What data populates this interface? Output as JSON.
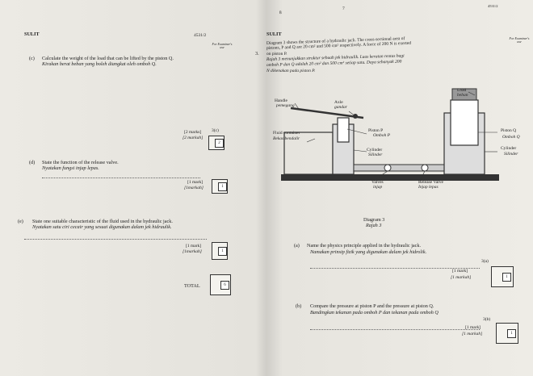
{
  "header": {
    "left_code": "SULIT",
    "paper_code": "4531/2",
    "right_code": "SULIT",
    "page_number": "7",
    "page_marker": "8",
    "top_right_code": "4531/2"
  },
  "left_page": {
    "examiner_label": "For Examiner's use",
    "q_c": {
      "label": "(c)",
      "text_en": "Calculate the weight of the load that can be lifted by the piston Q.",
      "text_my": "Kirakan berat beban yang boleh diangkat oleh omboh Q."
    },
    "q_c_marks": "[2 marks]",
    "q_c_marks_my": "[2 markah]",
    "q_c_ref": "3(c)",
    "q_c_score": "2",
    "q_d": {
      "label": "(d)",
      "text_en": "State the function of the release valve.",
      "text_my": "Nyatakan fungsi injap lepas."
    },
    "q_d_marks": "[1 mark]",
    "q_d_marks_my": "[1markah]",
    "q_d_score": "1",
    "q_e": {
      "label": "(e)",
      "text_en": "State one suitable characteristic of the fluid used in the hydraulic jack.",
      "text_my": "Nyatakan satu ciri cecair yang sesuai digunakan dalam jek hidraulik."
    },
    "q_e_marks": "[1 mark]",
    "q_e_marks_my": "[1markah]",
    "q_e_score": "1",
    "total_label": "TOTAL",
    "total_score": "6"
  },
  "right_page": {
    "q_number": "3.",
    "intro_en_1": "Diagram 3 shows the structure of a hydraulic jack. The cross-sectional area of",
    "intro_en_2": "pistons, P and Q are 20 cm² and 500 cm² respectively. A force of 200 N is exerted",
    "intro_en_3": "on piston P.",
    "intro_my_1": "Rajah 3 menunjukkan struktur sebuah jek hidraulik. Luas keratan rentas bagi",
    "intro_my_2": "omboh P dan Q adalah 20 cm² dan 500 cm² setiap satu. Daya sebanyak 200",
    "intro_my_3": "N dikenakan pada piston P.",
    "examiner_label": "For Examiner's use",
    "diagram_labels": {
      "load": "Load",
      "load_my": "beban",
      "handle": "Handle",
      "handle_my": "pemegang",
      "axle": "Axle",
      "axle_my": "gandar",
      "fluid": "Fluid container",
      "fluid_my": "Bekas bendalir",
      "piston_p": "Piston P",
      "piston_p_my": "Omboh P",
      "piston_q": "Piston Q",
      "piston_q_my": "Omboh Q",
      "cylinder": "Cylinder",
      "cylinder_my": "Silinder",
      "cylinder_r": "Cylinder",
      "cylinder_r_my": "Silinder",
      "valves": "Valves",
      "valves_my": "injap",
      "release": "Release Valve",
      "release_my": "Injap lepas"
    },
    "caption": "Diagram 3",
    "caption_my": "Rajah 3",
    "q_a": {
      "label": "(a)",
      "text_en": "Name the physics principle applied in the hydraulic jack.",
      "text_my": "Namakan prinsip fizik yang digunakan dalam jek hidrolik."
    },
    "q_a_ref": "3(a)",
    "q_a_marks": "[1 mark]",
    "q_a_marks_my": "[1 markah]",
    "q_a_score": "1",
    "q_b": {
      "label": "(b)",
      "text_en": "Compare the pressure at piston P and the pressure at piston Q.",
      "text_my": "Bandingkan tekanan pada omboh P dan tekanan pada omboh Q"
    },
    "q_b_ref": "3(b)",
    "q_b_marks": "[1 mark]",
    "q_b_marks_my": "[1 markah]",
    "q_b_score": "1"
  }
}
